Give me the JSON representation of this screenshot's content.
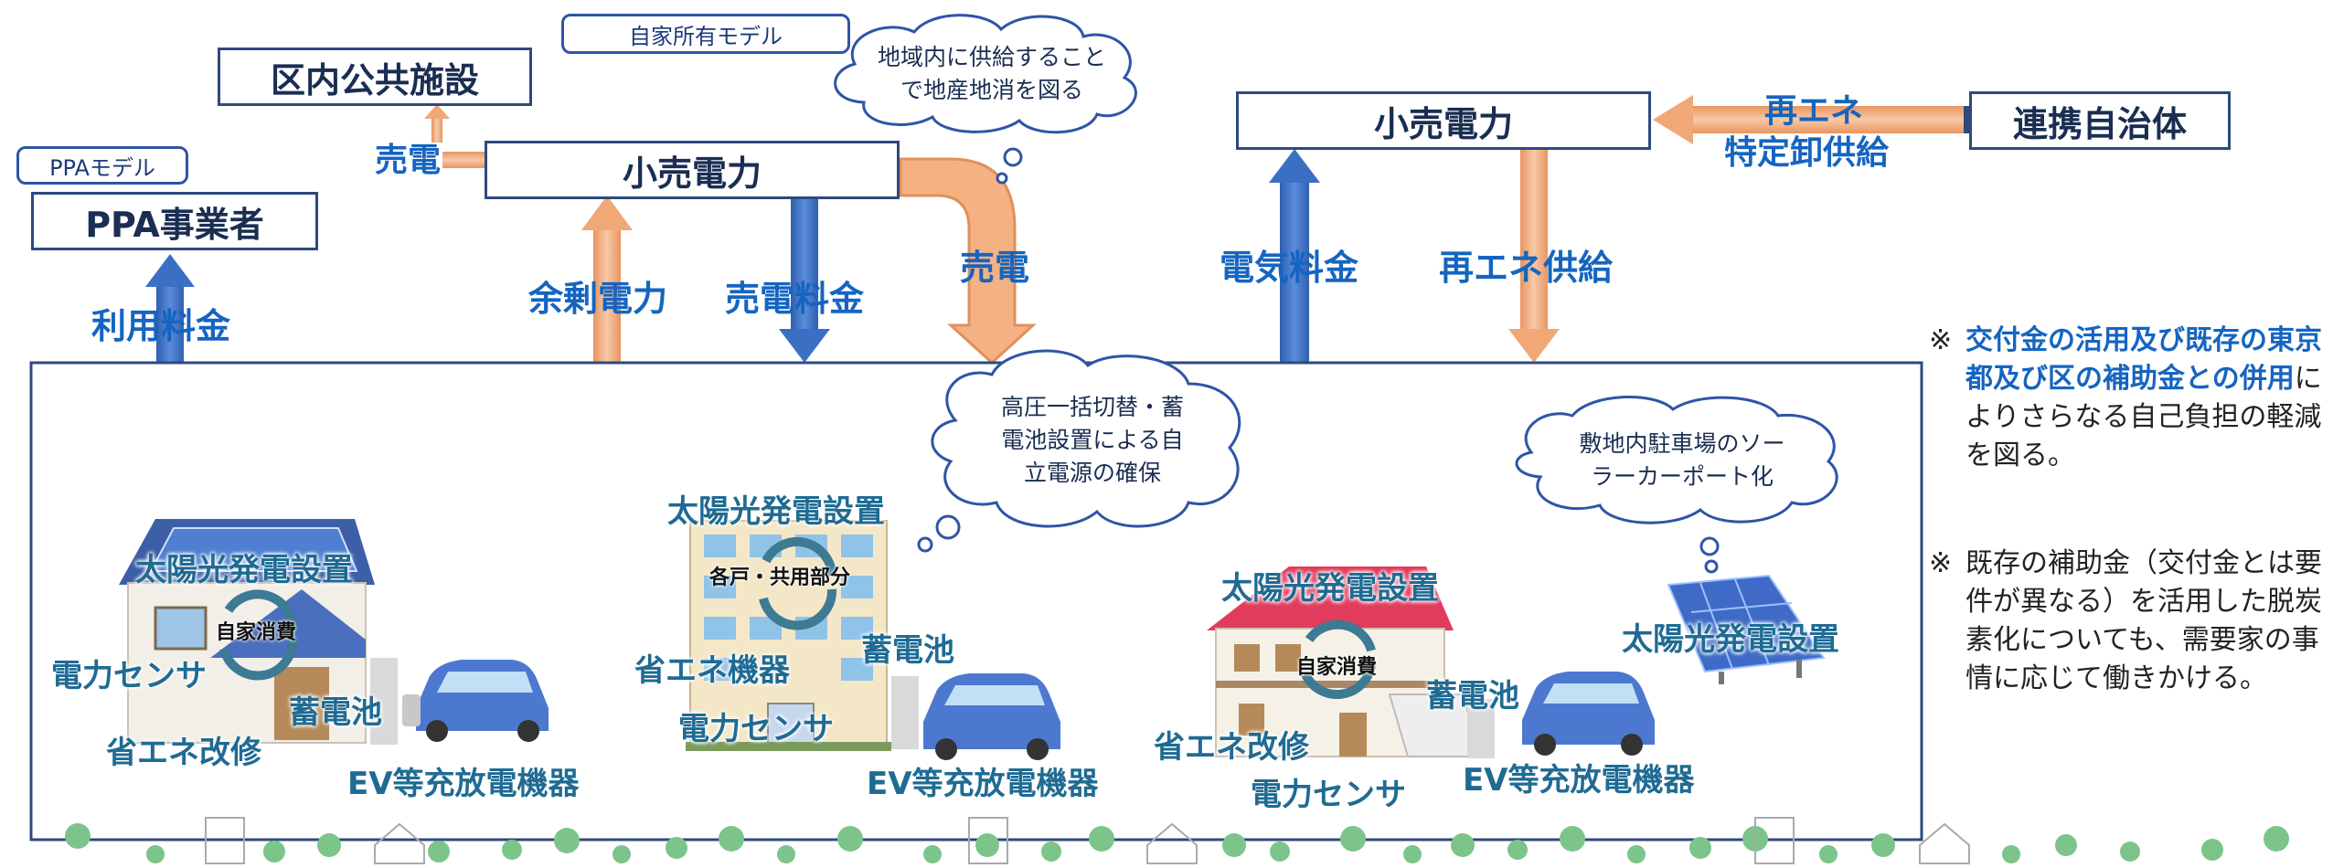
{
  "tags": {
    "ppa_model": "PPAモデル",
    "self_owned_model": "自家所有モデル"
  },
  "boxes": {
    "ppa_operator": "PPA事業者",
    "public_facility": "区内公共施設",
    "retail_left": "小売電力",
    "retail_right": "小売電力",
    "partner_city": "連携自治体"
  },
  "flows": {
    "usage_fee": "利用料金",
    "sell_left": "売電",
    "surplus": "余剰電力",
    "sell_fee": "売電料金",
    "sell_mid": "売電",
    "electric_fee": "電気料金",
    "re_supply": "再エネ供給",
    "re_specific_line1": "再エネ",
    "re_specific_line2": "特定卸供給"
  },
  "clouds": {
    "local_supply": "地域内に供給すること\nで地産地消を図る",
    "high_voltage": "高圧一括切替・蓄\n電池設置による自\n立電源の確保",
    "carport": "敷地内駐車場のソー\nラーカーポート化"
  },
  "house1": {
    "solar": "太陽光発電設置",
    "self_consume": "自家消費",
    "sensor": "電力センサ",
    "battery": "蓄電池",
    "renovation": "省エネ改修",
    "ev": "EV等充放電機器"
  },
  "building": {
    "solar": "太陽光発電設置",
    "units_common": "各戸・共用部分",
    "battery": "蓄電池",
    "eco_device": "省エネ機器",
    "sensor": "電力センサ",
    "ev": "EV等充放電機器"
  },
  "house2": {
    "solar": "太陽光発電設置",
    "self_consume": "自家消費",
    "battery": "蓄電池",
    "renovation": "省エネ改修",
    "sensor": "電力センサ",
    "ev": "EV等充放電機器"
  },
  "carport": {
    "solar": "太陽光発電設置"
  },
  "notes": {
    "mark1": "※",
    "note1_highlight": "交付金の活用及び既存の東京都及び区の補助金との併用",
    "note1_rest": "によりさらなる自己負担の軽減を図る。",
    "mark2": "※",
    "note2": "既存の補助金（交付金とは要件が異なる）を活用した脱炭素化についても、需要家の事情に応じて働きかける。"
  },
  "colors": {
    "blue_arrow": "#3b6fc4",
    "orange_arrow": "#f4b183",
    "box_border": "#2e4a7d",
    "label_blue": "#1565c0",
    "tree_green": "#7dc48a"
  }
}
